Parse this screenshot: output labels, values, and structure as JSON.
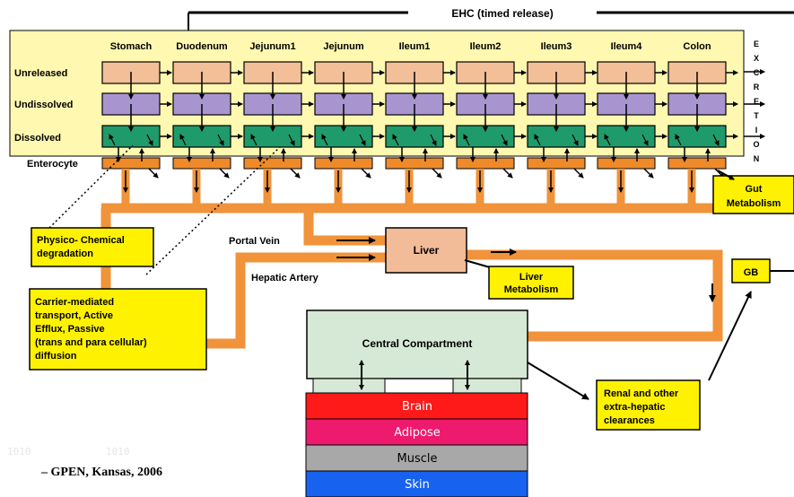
{
  "title": "EHC (timed release)",
  "segments": [
    "Stomach",
    "Duodenum",
    "Jejunum1",
    "Jejunum",
    "Ileum1",
    "Ileum2",
    "Ileum3",
    "Ileum4",
    "Colon"
  ],
  "row_labels": {
    "unreleased": "Unreleased",
    "undissolved": "Undissolved",
    "dissolved": "Dissolved",
    "enterocyte": "Enterocyte"
  },
  "excretion": [
    "E",
    "X",
    "C",
    "R",
    "E",
    "T",
    "I",
    "O",
    "N"
  ],
  "labels": {
    "gut_metabolism": [
      "Gut",
      "Metabolism"
    ],
    "physico": [
      "Physico- Chemical",
      "degradation"
    ],
    "carrier": [
      "Carrier-mediated",
      "transport, Active",
      "Efflux, Passive",
      "(trans and para cellular)",
      "diffusion"
    ],
    "portal_vein": "Portal Vein",
    "hepatic_artery": "Hepatic Artery",
    "liver": "Liver",
    "liver_metabolism": [
      "Liver",
      "Metabolism"
    ],
    "gb": "GB",
    "central": "Central Compartment",
    "renal": [
      "Renal and other",
      "extra-hepatic",
      "clearances"
    ]
  },
  "tissues": [
    {
      "name": "Brain",
      "color": "#ff1a1a"
    },
    {
      "name": "Adipose",
      "color": "#ee1a6e"
    },
    {
      "name": "Muscle",
      "color": "#a8a8a8"
    },
    {
      "name": "Skin",
      "color": "#1763f0"
    }
  ],
  "caption": "– GPEN, Kansas, 2006",
  "watermarks": [
    "1010",
    "1010"
  ],
  "colors": {
    "panel": "#fff8b0",
    "unreleased": "#f3bf98",
    "undissolved": "#a895d0",
    "dissolved": "#1f9a6a",
    "enterocyte": "#ee8a2a",
    "flow": "#f0933a",
    "yellow_box": "#fff200",
    "liver": "#f3bc98",
    "central": "#d6e9d6"
  }
}
